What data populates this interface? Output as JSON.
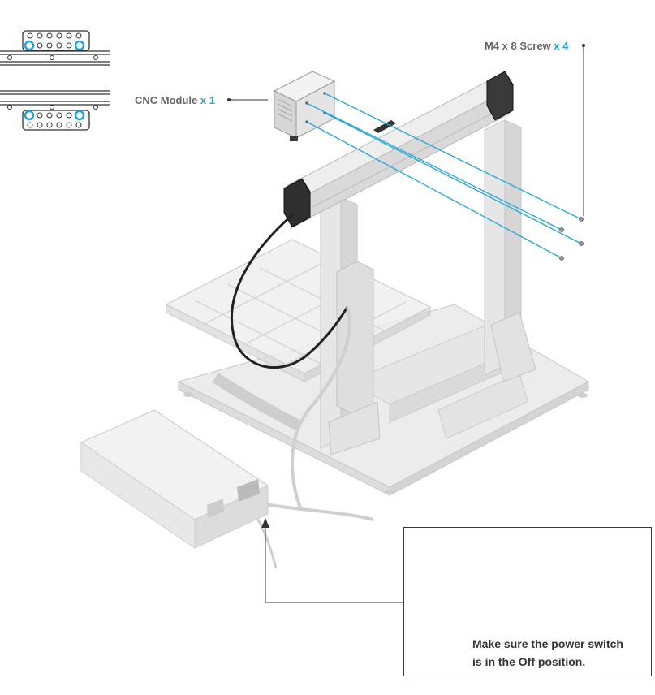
{
  "callouts": {
    "cnc_module": {
      "label": "CNC Module",
      "quantity": "x 1"
    },
    "screw": {
      "label": "M4 x 8 Screw",
      "quantity": "x 4"
    }
  },
  "notice": {
    "line1": "Make sure the power switch",
    "line2": "is in the Off position."
  },
  "colors": {
    "accent_blue": "#22a6d6",
    "warning_red": "#e8473b",
    "frame_gray": "#d9d9d9",
    "line_dark": "#333333",
    "label_gray": "#666666"
  },
  "icons": [
    "warning-icon",
    "screw-icon",
    "mounting-hole-icon",
    "power-switch-icon"
  ]
}
